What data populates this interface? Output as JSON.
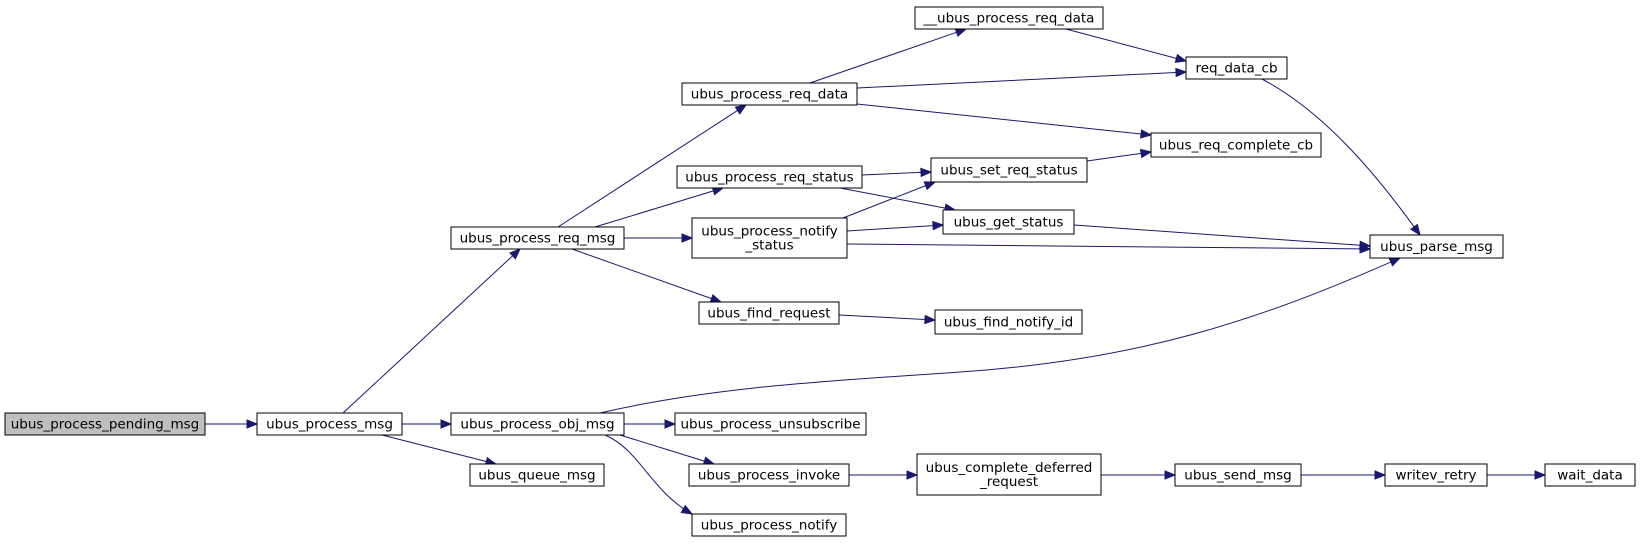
{
  "colors": {
    "edge": "#191970",
    "node_border": "#000000",
    "node_fill": "#ffffff",
    "root_fill": "#bfbfbf"
  },
  "nodes": [
    {
      "id": "ubus_process_pending_msg",
      "lines": [
        "ubus_process_pending_msg"
      ],
      "root": true
    },
    {
      "id": "ubus_process_msg",
      "lines": [
        "ubus_process_msg"
      ]
    },
    {
      "id": "ubus_process_req_msg",
      "lines": [
        "ubus_process_req_msg"
      ]
    },
    {
      "id": "ubus_process_obj_msg",
      "lines": [
        "ubus_process_obj_msg"
      ]
    },
    {
      "id": "ubus_queue_msg",
      "lines": [
        "ubus_queue_msg"
      ]
    },
    {
      "id": "ubus_process_req_data",
      "lines": [
        "ubus_process_req_data"
      ]
    },
    {
      "id": "ubus_process_req_status",
      "lines": [
        "ubus_process_req_status"
      ]
    },
    {
      "id": "ubus_process_notify_status",
      "lines": [
        "ubus_process_notify",
        "_status"
      ]
    },
    {
      "id": "ubus_find_request",
      "lines": [
        "ubus_find_request"
      ]
    },
    {
      "id": "ubus_process_unsubscribe",
      "lines": [
        "ubus_process_unsubscribe"
      ]
    },
    {
      "id": "ubus_process_invoke",
      "lines": [
        "ubus_process_invoke"
      ]
    },
    {
      "id": "ubus_process_notify",
      "lines": [
        "ubus_process_notify"
      ]
    },
    {
      "id": "__ubus_process_req_data",
      "lines": [
        "__ubus_process_req_data"
      ]
    },
    {
      "id": "req_data_cb",
      "lines": [
        "req_data_cb"
      ]
    },
    {
      "id": "ubus_req_complete_cb",
      "lines": [
        "ubus_req_complete_cb"
      ]
    },
    {
      "id": "ubus_set_req_status",
      "lines": [
        "ubus_set_req_status"
      ]
    },
    {
      "id": "ubus_get_status",
      "lines": [
        "ubus_get_status"
      ]
    },
    {
      "id": "ubus_parse_msg",
      "lines": [
        "ubus_parse_msg"
      ]
    },
    {
      "id": "ubus_find_notify_id",
      "lines": [
        "ubus_find_notify_id"
      ]
    },
    {
      "id": "ubus_complete_deferred_request",
      "lines": [
        "ubus_complete_deferred",
        "_request"
      ]
    },
    {
      "id": "ubus_send_msg",
      "lines": [
        "ubus_send_msg"
      ]
    },
    {
      "id": "writev_retry",
      "lines": [
        "writev_retry"
      ]
    },
    {
      "id": "wait_data",
      "lines": [
        "wait_data"
      ]
    }
  ],
  "edges": [
    {
      "from": "ubus_process_pending_msg",
      "to": "ubus_process_msg"
    },
    {
      "from": "ubus_process_msg",
      "to": "ubus_process_req_msg"
    },
    {
      "from": "ubus_process_msg",
      "to": "ubus_process_obj_msg"
    },
    {
      "from": "ubus_process_msg",
      "to": "ubus_queue_msg"
    },
    {
      "from": "ubus_process_req_msg",
      "to": "ubus_process_req_data"
    },
    {
      "from": "ubus_process_req_msg",
      "to": "ubus_process_req_status"
    },
    {
      "from": "ubus_process_req_msg",
      "to": "ubus_process_notify_status"
    },
    {
      "from": "ubus_process_req_msg",
      "to": "ubus_find_request"
    },
    {
      "from": "ubus_process_req_data",
      "to": "__ubus_process_req_data"
    },
    {
      "from": "ubus_process_req_data",
      "to": "req_data_cb"
    },
    {
      "from": "ubus_process_req_data",
      "to": "ubus_req_complete_cb"
    },
    {
      "from": "__ubus_process_req_data",
      "to": "req_data_cb"
    },
    {
      "from": "req_data_cb",
      "to": "ubus_parse_msg"
    },
    {
      "from": "ubus_process_req_status",
      "to": "ubus_set_req_status"
    },
    {
      "from": "ubus_process_req_status",
      "to": "ubus_get_status"
    },
    {
      "from": "ubus_set_req_status",
      "to": "ubus_req_complete_cb"
    },
    {
      "from": "ubus_process_notify_status",
      "to": "ubus_set_req_status"
    },
    {
      "from": "ubus_process_notify_status",
      "to": "ubus_get_status"
    },
    {
      "from": "ubus_process_notify_status",
      "to": "ubus_parse_msg"
    },
    {
      "from": "ubus_get_status",
      "to": "ubus_parse_msg"
    },
    {
      "from": "ubus_find_request",
      "to": "ubus_find_notify_id"
    },
    {
      "from": "ubus_process_obj_msg",
      "to": "ubus_parse_msg"
    },
    {
      "from": "ubus_process_obj_msg",
      "to": "ubus_process_unsubscribe"
    },
    {
      "from": "ubus_process_obj_msg",
      "to": "ubus_process_invoke"
    },
    {
      "from": "ubus_process_obj_msg",
      "to": "ubus_process_notify"
    },
    {
      "from": "ubus_process_invoke",
      "to": "ubus_complete_deferred_request"
    },
    {
      "from": "ubus_complete_deferred_request",
      "to": "ubus_send_msg"
    },
    {
      "from": "ubus_send_msg",
      "to": "writev_retry"
    },
    {
      "from": "writev_retry",
      "to": "wait_data"
    }
  ]
}
